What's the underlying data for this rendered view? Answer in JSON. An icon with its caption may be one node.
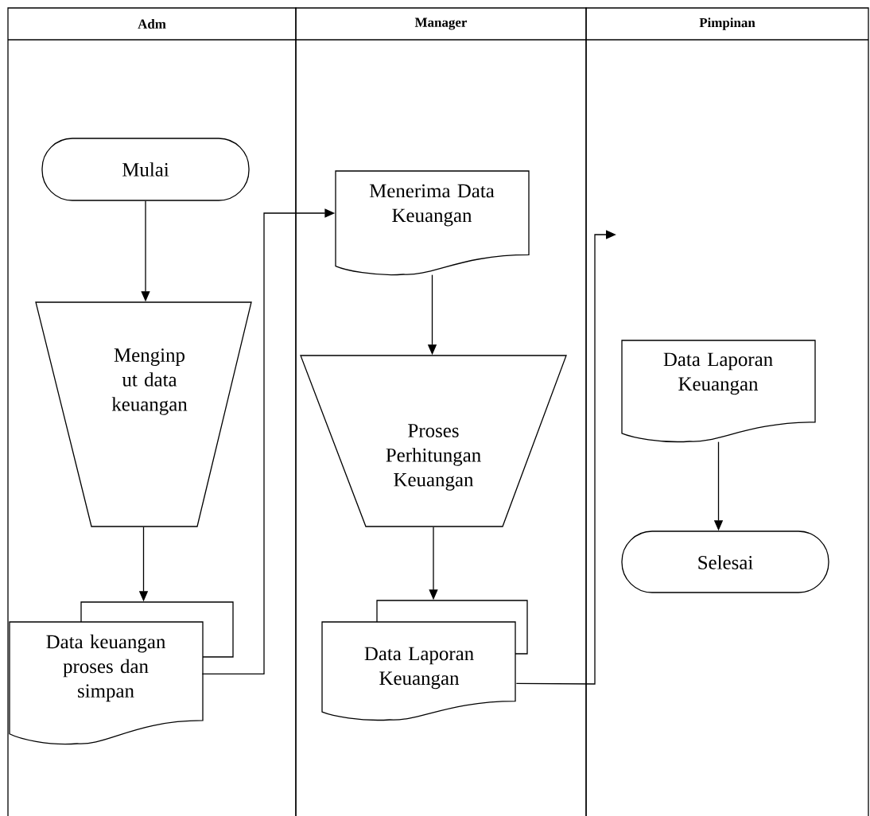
{
  "diagram": {
    "nodes": [
      {
        "text": [
          "Adm"
        ]
      },
      {
        "text": [
          "Manager"
        ]
      },
      {
        "text": [
          "Pimpinan"
        ]
      },
      {
        "text": [
          "Mulai"
        ],
        "in": 0
      },
      {
        "text": [
          "Menginp ut data keuangan"
        ],
        "in": 0
      },
      {
        "text": [
          "Data keuangan proses dan simpan"
        ],
        "in": 0
      },
      {
        "text": [
          "Menerima Data Keuangan"
        ],
        "in": 1
      },
      {
        "text": [
          "Proses Perhitungan Keuangan"
        ],
        "in": 1
      },
      {
        "text": [
          "Data Laporan Keuangan"
        ],
        "in": 1
      },
      {
        "text": [
          "Data Laporan Keuangan"
        ],
        "in": 2
      },
      {
        "text": [
          "Selesai"
        ],
        "in": 2
      }
    ],
    "edges": [
      {
        "from": 3,
        "to": 4,
        "arrow": "to"
      },
      {
        "from": 4,
        "to": 5,
        "arrow": "to"
      },
      {
        "from": 5,
        "to": 6,
        "arrow": "to"
      },
      {
        "from": 6,
        "to": 7,
        "arrow": "to"
      },
      {
        "from": 7,
        "to": 8,
        "arrow": "to"
      },
      {
        "from": 8,
        "to": null,
        "arrow": "to"
      },
      {
        "from": 9,
        "to": 10,
        "arrow": "to"
      }
    ]
  }
}
